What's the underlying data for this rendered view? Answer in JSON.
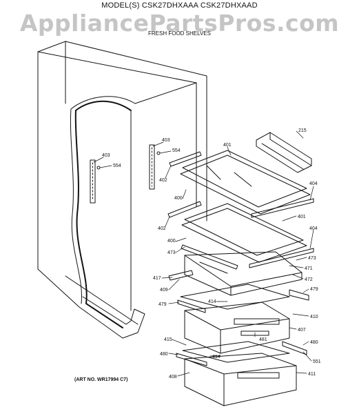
{
  "header": {
    "model_line": "MODEL(S) CSK27DHXAAA  CSK27DHXAAD",
    "watermark": "AppliancePartsPros.com",
    "subtitle": "FRESH FOOD SHELVES"
  },
  "footer": {
    "art_no": "(ART NO. WR17994 C7)"
  },
  "colors": {
    "line": "#111111",
    "watermark": "#9a9a9a",
    "background": "#ffffff"
  },
  "callouts": [
    "215",
    "401",
    "403",
    "554",
    "402",
    "403",
    "554",
    "404",
    "400",
    "402",
    "401",
    "404",
    "400",
    "473",
    "473",
    "471",
    "472",
    "417",
    "409",
    "479",
    "414",
    "479",
    "410",
    "407",
    "481",
    "480",
    "415",
    "414",
    "551",
    "480",
    "408",
    "411"
  ]
}
